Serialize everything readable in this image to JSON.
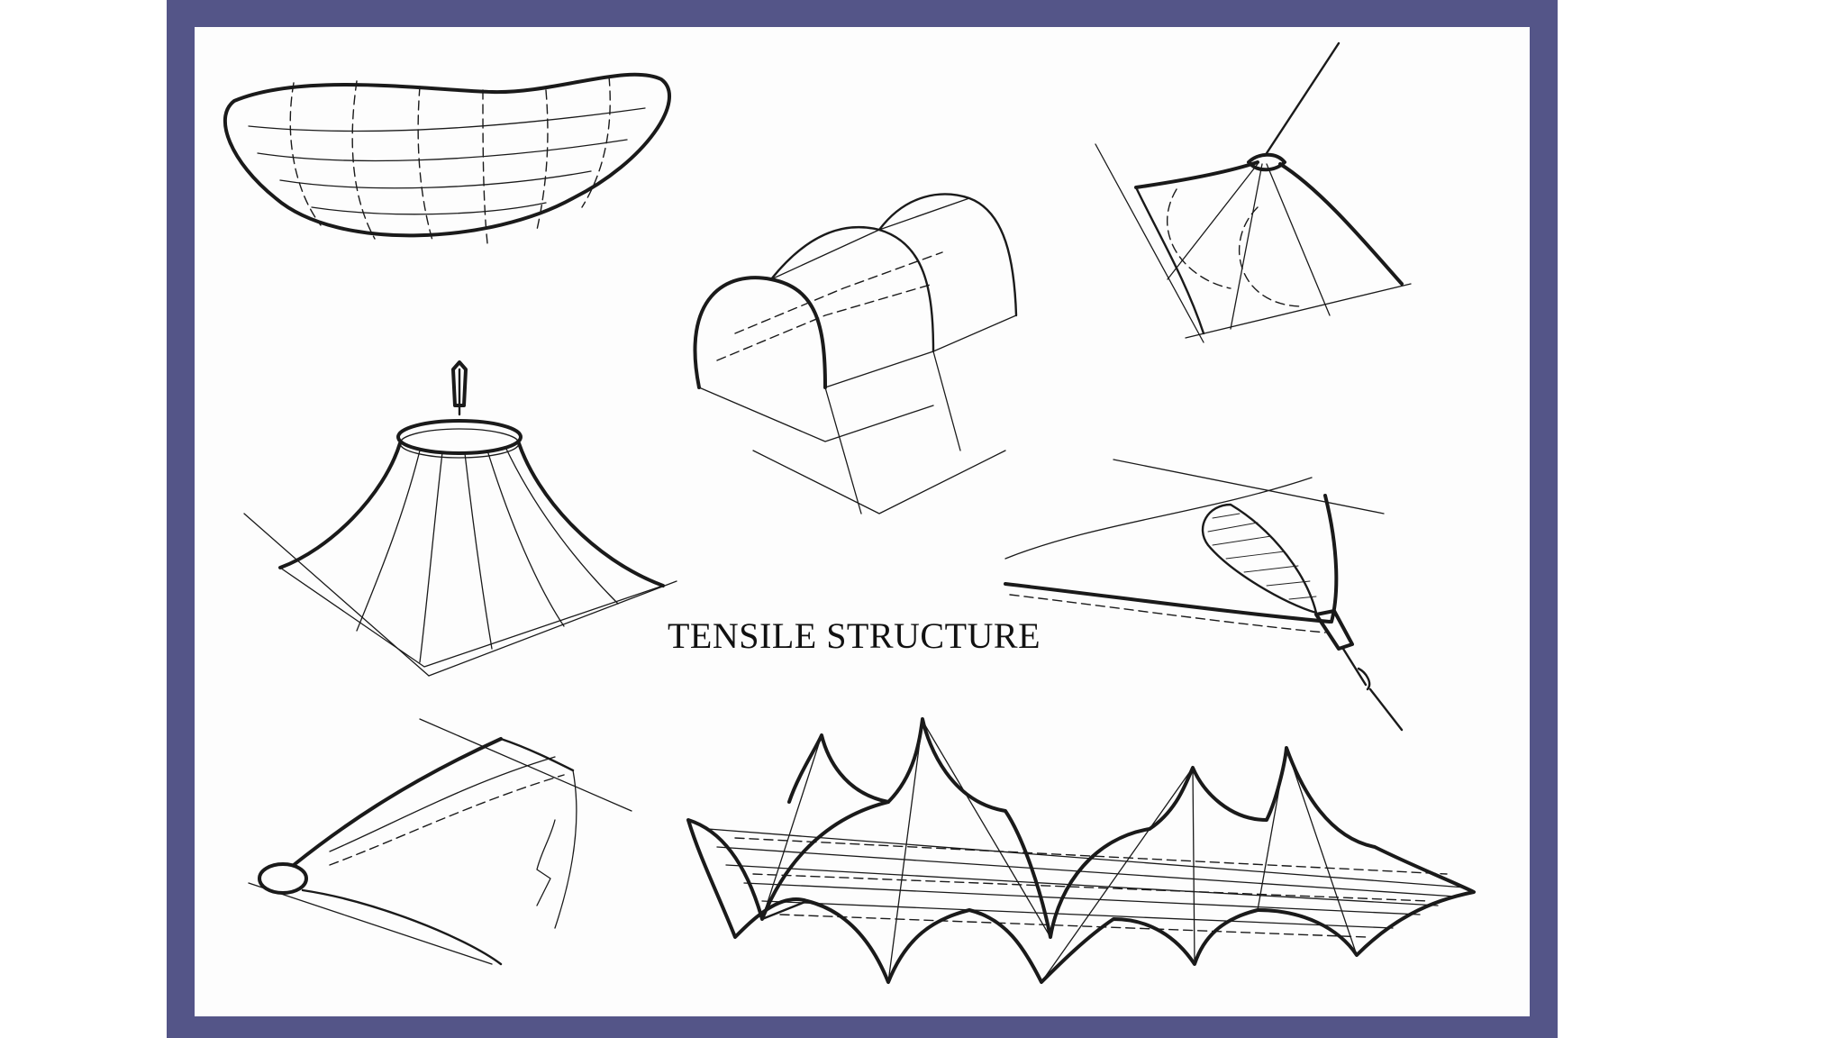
{
  "caption": "TENSILE STRUCTURE",
  "colors": {
    "frame": "#545588",
    "panel": "#fdfdfd",
    "ink": "#1a1a1a"
  },
  "sketches": [
    "saddle-dish-sketch",
    "arch-tunnel-sketch",
    "mast-point-sketch",
    "ring-cone-sketch",
    "cable-edge-detail-sketch",
    "hem-pocket-sketch",
    "multi-peak-membrane-sketch"
  ]
}
